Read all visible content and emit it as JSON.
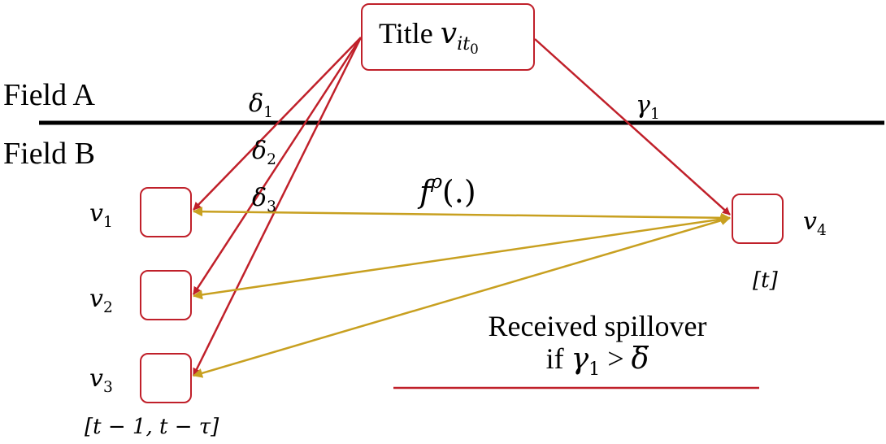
{
  "title": {
    "text": "Title",
    "var_base": "v",
    "var_sub_it": "it",
    "var_sub_0": "0"
  },
  "fields": {
    "a": "Field A",
    "b": "Field B"
  },
  "edges": {
    "delta1": {
      "base": "δ",
      "sub": "1"
    },
    "delta2": {
      "base": "δ",
      "sub": "2"
    },
    "delta3": {
      "base": "δ",
      "sub": "3"
    },
    "gamma1": {
      "base": "γ",
      "sub": "1"
    },
    "f_rho": {
      "base": "f",
      "sup": "ρ",
      "arg": "(.)"
    }
  },
  "nodes": {
    "v1": {
      "base": "v",
      "sub": "1"
    },
    "v2": {
      "base": "v",
      "sub": "2"
    },
    "v3": {
      "base": "v",
      "sub": "3"
    },
    "v4": {
      "base": "v",
      "sub": "4"
    }
  },
  "intervals": {
    "past": "[t − 1, t − τ]",
    "current": "[t]"
  },
  "spillover": {
    "line1": "Received spillover",
    "line2_prefix": "if",
    "gamma": "γ",
    "gamma_sub": "1",
    "op": ">",
    "delta_bar": "δ"
  },
  "colors": {
    "red": "#c0202a",
    "gold": "#c8a020",
    "black": "#000000"
  }
}
